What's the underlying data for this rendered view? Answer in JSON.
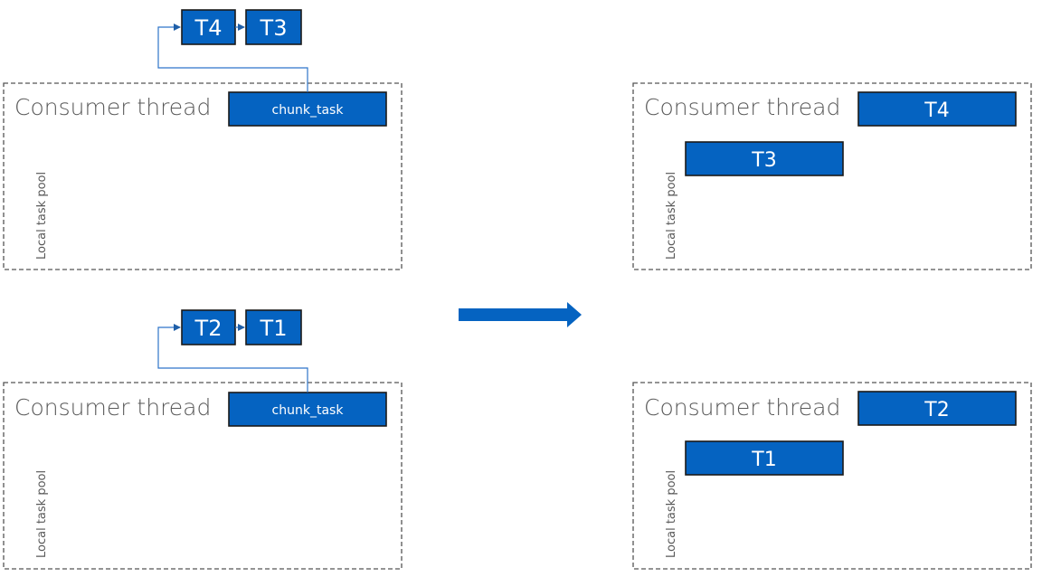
{
  "colors": {
    "task_fill": "#0563c1",
    "frame_stroke": "#555555",
    "text": "#595959",
    "link": "#2e75c9"
  },
  "left_panels": [
    {
      "title": "Consumer thread",
      "side_label": "Local task pool",
      "chunk_label": "chunk_task",
      "queued": [
        "T4",
        "T3"
      ]
    },
    {
      "title": "Consumer thread",
      "side_label": "Local task pool",
      "chunk_label": "chunk_task",
      "queued": [
        "T2",
        "T1"
      ]
    }
  ],
  "right_panels": [
    {
      "title": "Consumer thread",
      "side_label": "Local task pool",
      "running": "T4",
      "pooled": "T3"
    },
    {
      "title": "Consumer thread",
      "side_label": "Local task pool",
      "running": "T2",
      "pooled": "T1"
    }
  ],
  "transition_icon": "right-arrow-icon"
}
